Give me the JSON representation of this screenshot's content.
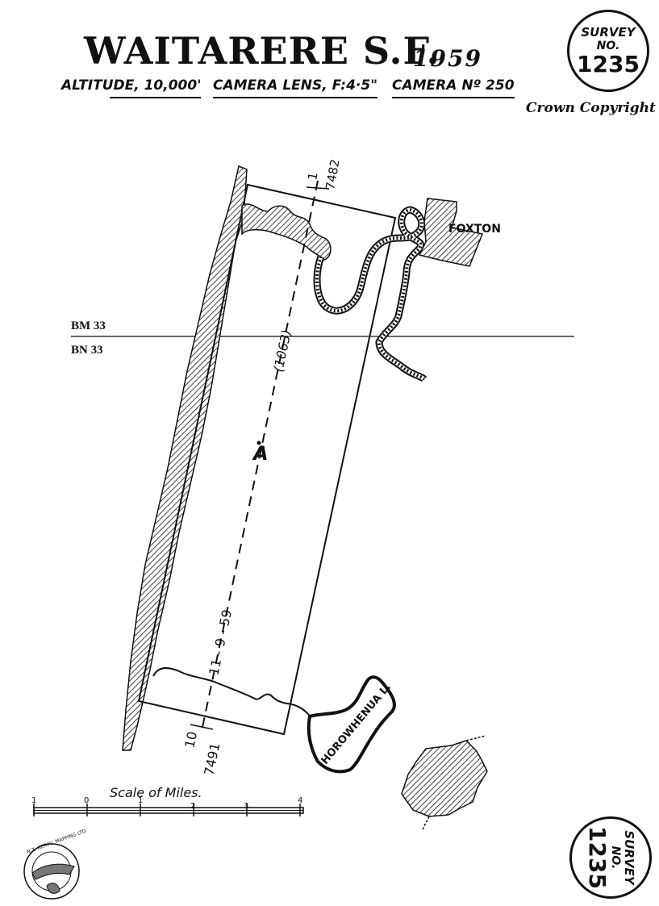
{
  "header": {
    "title": "WAITARERE S.F.",
    "year": "1959",
    "altitude": "ALTITUDE, 10,000'",
    "lens": "CAMERA LENS, F:4·5\"",
    "camera": "CAMERA Nº 250",
    "copyright": "Crown Copyright"
  },
  "stamps": {
    "top": {
      "line1": "SURVEY",
      "line2": "NO.",
      "number": "1235"
    },
    "bottom": {
      "line1": "SURVEY",
      "line2": "NO.",
      "number": "1235"
    }
  },
  "grid": {
    "upper": "BM 33",
    "lower": "BN 33"
  },
  "flight": {
    "start_top": "1",
    "start_bottom": "7482",
    "count": "(1063)",
    "date": "11 - 9 - 59",
    "end_top": "10",
    "end_bottom": "7491",
    "point": "A"
  },
  "places": {
    "town": "FOXTON",
    "lake": "HOROWHENUA L."
  },
  "scale": {
    "label": "Scale of Miles.",
    "ticks": [
      "1",
      "0",
      "1",
      "2",
      "3",
      "4"
    ]
  },
  "logo": {
    "text": "N.Z. AERIAL MAPPING LTD."
  }
}
